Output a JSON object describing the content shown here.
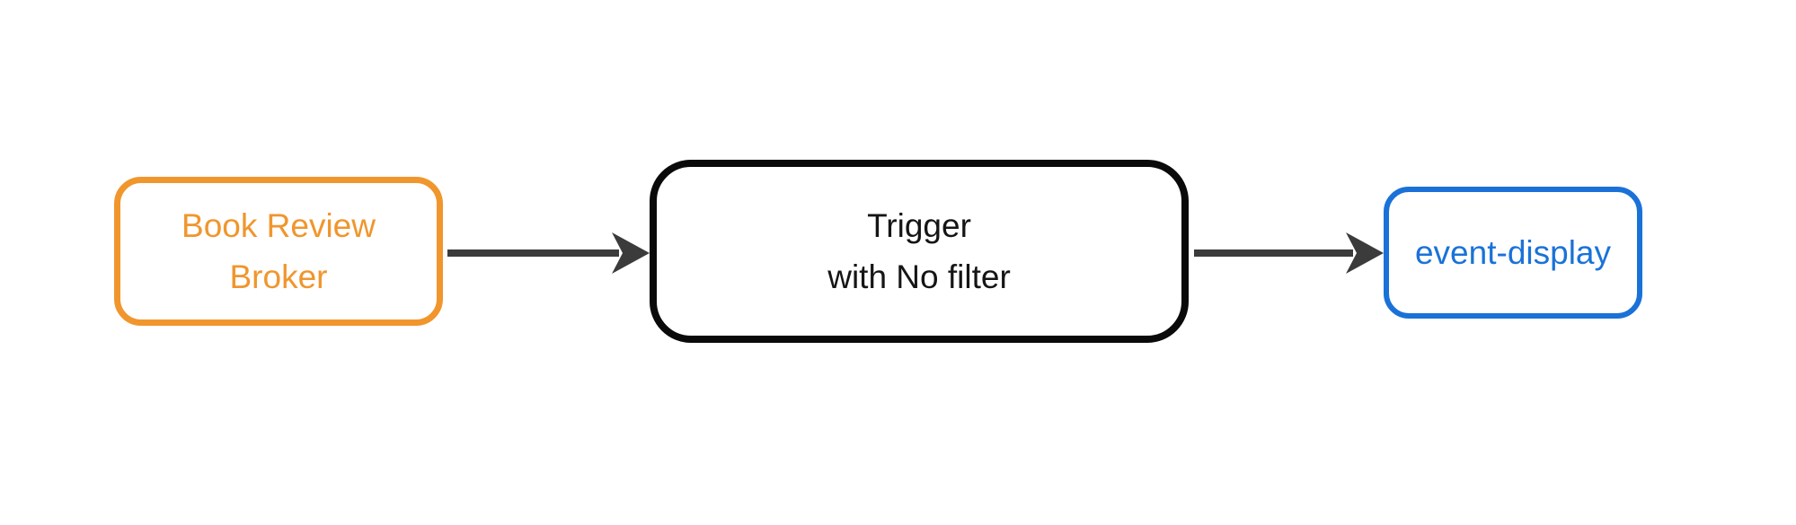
{
  "diagram": {
    "type": "flow",
    "background_color": "#ffffff",
    "arrow_color": "#3B3B3B",
    "nodes": [
      {
        "id": "broker",
        "label": "Book Review Broker",
        "label_lines": [
          "Book Review",
          "Broker"
        ],
        "shape": "rounded-rectangle",
        "border_color": "#F0962D",
        "text_color": "#F0962D",
        "fill_color": "#ffffff"
      },
      {
        "id": "trigger",
        "label": "Trigger with No filter",
        "label_lines": [
          "Trigger",
          "with No filter"
        ],
        "shape": "rounded-rectangle",
        "border_color": "#0a0a0a",
        "text_color": "#151515",
        "fill_color": "#ffffff"
      },
      {
        "id": "event-display",
        "label": "event-display",
        "label_lines": [
          "event-display"
        ],
        "shape": "rounded-rectangle",
        "border_color": "#1A72D8",
        "text_color": "#1A72D8",
        "fill_color": "#ffffff"
      }
    ],
    "edges": [
      {
        "from": "broker",
        "to": "trigger",
        "style": "solid",
        "arrowhead": "barbed"
      },
      {
        "from": "trigger",
        "to": "event-display",
        "style": "solid",
        "arrowhead": "barbed"
      }
    ]
  }
}
